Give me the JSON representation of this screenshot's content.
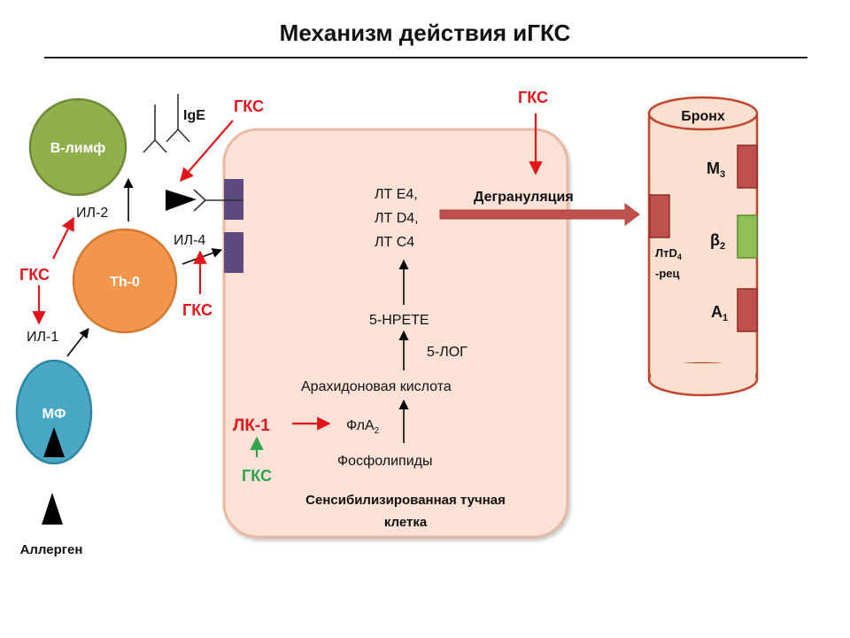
{
  "title": "Механизм действия иГКС",
  "colors": {
    "b_lymph": "#8fb04d",
    "th0": "#f3964d",
    "mf": "#4aa8c5",
    "mast_cell": "#fbe1d6",
    "bronchus": "#fbe0cf",
    "receptor_purple": "#5f4a80",
    "receptor_red": "#c0504d",
    "receptor_green": "#8fbf55",
    "gks_red": "#e0161b",
    "gks_green": "#2ea44f",
    "degran_arrow": "#c0504d"
  },
  "immune": {
    "b_lymph": "В-лимф",
    "th0": "Th-0",
    "mf": "МФ",
    "il2": "ИЛ-2",
    "il4": "ИЛ-4",
    "il1": "ИЛ-1",
    "ige": "IgE",
    "allergen": "Аллерген"
  },
  "gks": {
    "near_ige": "ГКС",
    "left": "ГКС",
    "il4": "ГКС",
    "top": "ГКС",
    "lk1_sub": "ГКС"
  },
  "cell": {
    "lt_e4": "ЛТ Е4,",
    "lt_d4": "ЛТ D4,",
    "lt_c4": "ЛТ С4",
    "hpete": "5-НРЕТЕ",
    "log": "5-ЛОГ",
    "arach": "Арахидоновая кислота",
    "fla_main": "ФлА",
    "fla_sub": "2",
    "phospho": "Фосфолипиды",
    "lk1": "ЛК-1",
    "caption_line1": "Сенсибилизированная тучная",
    "caption_line2": "клетка"
  },
  "degranulation": "Дегрануляция",
  "bronch": {
    "title": "Бронх",
    "m3_main": "М",
    "m3_sub": "3",
    "b2_main": "β",
    "b2_sub": "2",
    "a1_main": "А",
    "a1_sub": "1",
    "ltd4_main": "ЛтD",
    "ltd4_sub": "4",
    "ltd4_rec": "-рец"
  }
}
